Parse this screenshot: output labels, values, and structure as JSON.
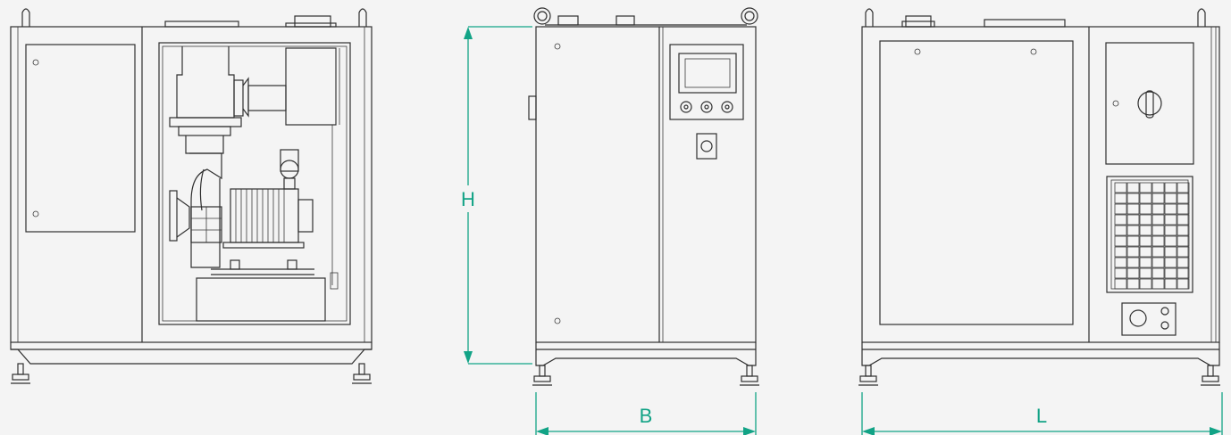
{
  "dimension_labels": {
    "height": "H",
    "width": "B",
    "length": "L"
  },
  "colors": {
    "background": "#f4f4f4",
    "line": "#2f2f2f",
    "dimension": "#12a386"
  }
}
